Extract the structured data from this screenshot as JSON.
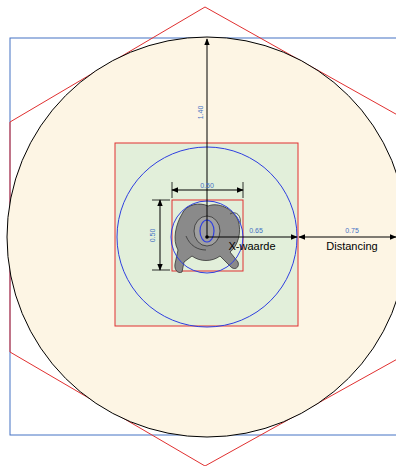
{
  "diagram": {
    "labels": [
      "1.40",
      "0.50",
      "0.50",
      "0.65",
      "X-waarde",
      "0.75",
      "Distancing"
    ]
  }
}
